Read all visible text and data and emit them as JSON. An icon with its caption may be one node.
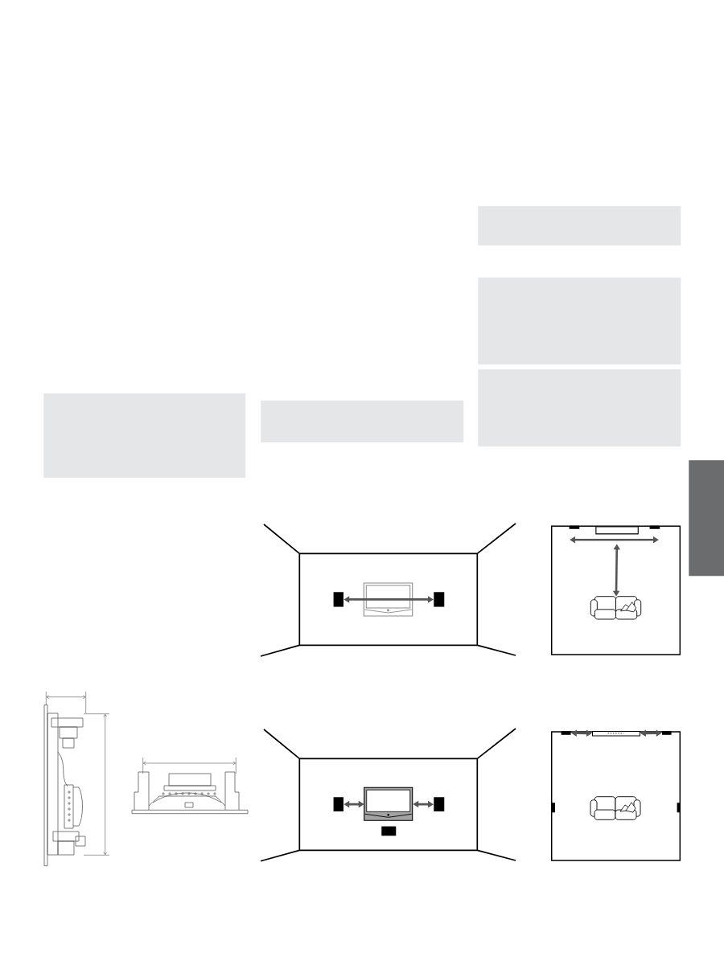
{
  "diagram": {
    "nodes": [
      {
        "text": [],
        "shape": "box"
      },
      {
        "text": [],
        "shape": "box"
      },
      {
        "text": [],
        "shape": "box"
      },
      {
        "text": [],
        "shape": "box"
      },
      {
        "text": [],
        "shape": "box"
      },
      {
        "text": [],
        "shape": "box"
      },
      {
        "text": [],
        "shape": "box"
      },
      {
        "text": [],
        "shape": "box"
      },
      {
        "text": [],
        "shape": "box"
      },
      {
        "text": [],
        "shape": "box"
      },
      {
        "text": [],
        "shape": "box"
      },
      {
        "text": [],
        "shape": "picture"
      },
      {
        "text": [],
        "shape": "box"
      },
      {
        "text": [],
        "shape": "picture"
      },
      {
        "text": [],
        "shape": "box"
      },
      {
        "text": [],
        "shape": "box"
      },
      {
        "text": [],
        "shape": "box"
      },
      {
        "text": [],
        "shape": "box"
      },
      {
        "text": [],
        "shape": "box"
      },
      {
        "text": [],
        "shape": "box"
      },
      {
        "text": [],
        "shape": "picture"
      },
      {
        "text": [],
        "shape": "box"
      }
    ],
    "edges": [
      {
        "from": 6,
        "to": 7,
        "arrow": "both"
      },
      {
        "from": 9,
        "to": 11,
        "arrow": "both"
      },
      {
        "from": 12,
        "to": 13,
        "arrow": "both"
      },
      {
        "from": 13,
        "to": 14,
        "arrow": "both"
      },
      {
        "from": 16,
        "to": 17,
        "arrow": "both"
      },
      {
        "from": 17,
        "to": 18,
        "arrow": "both"
      }
    ]
  }
}
